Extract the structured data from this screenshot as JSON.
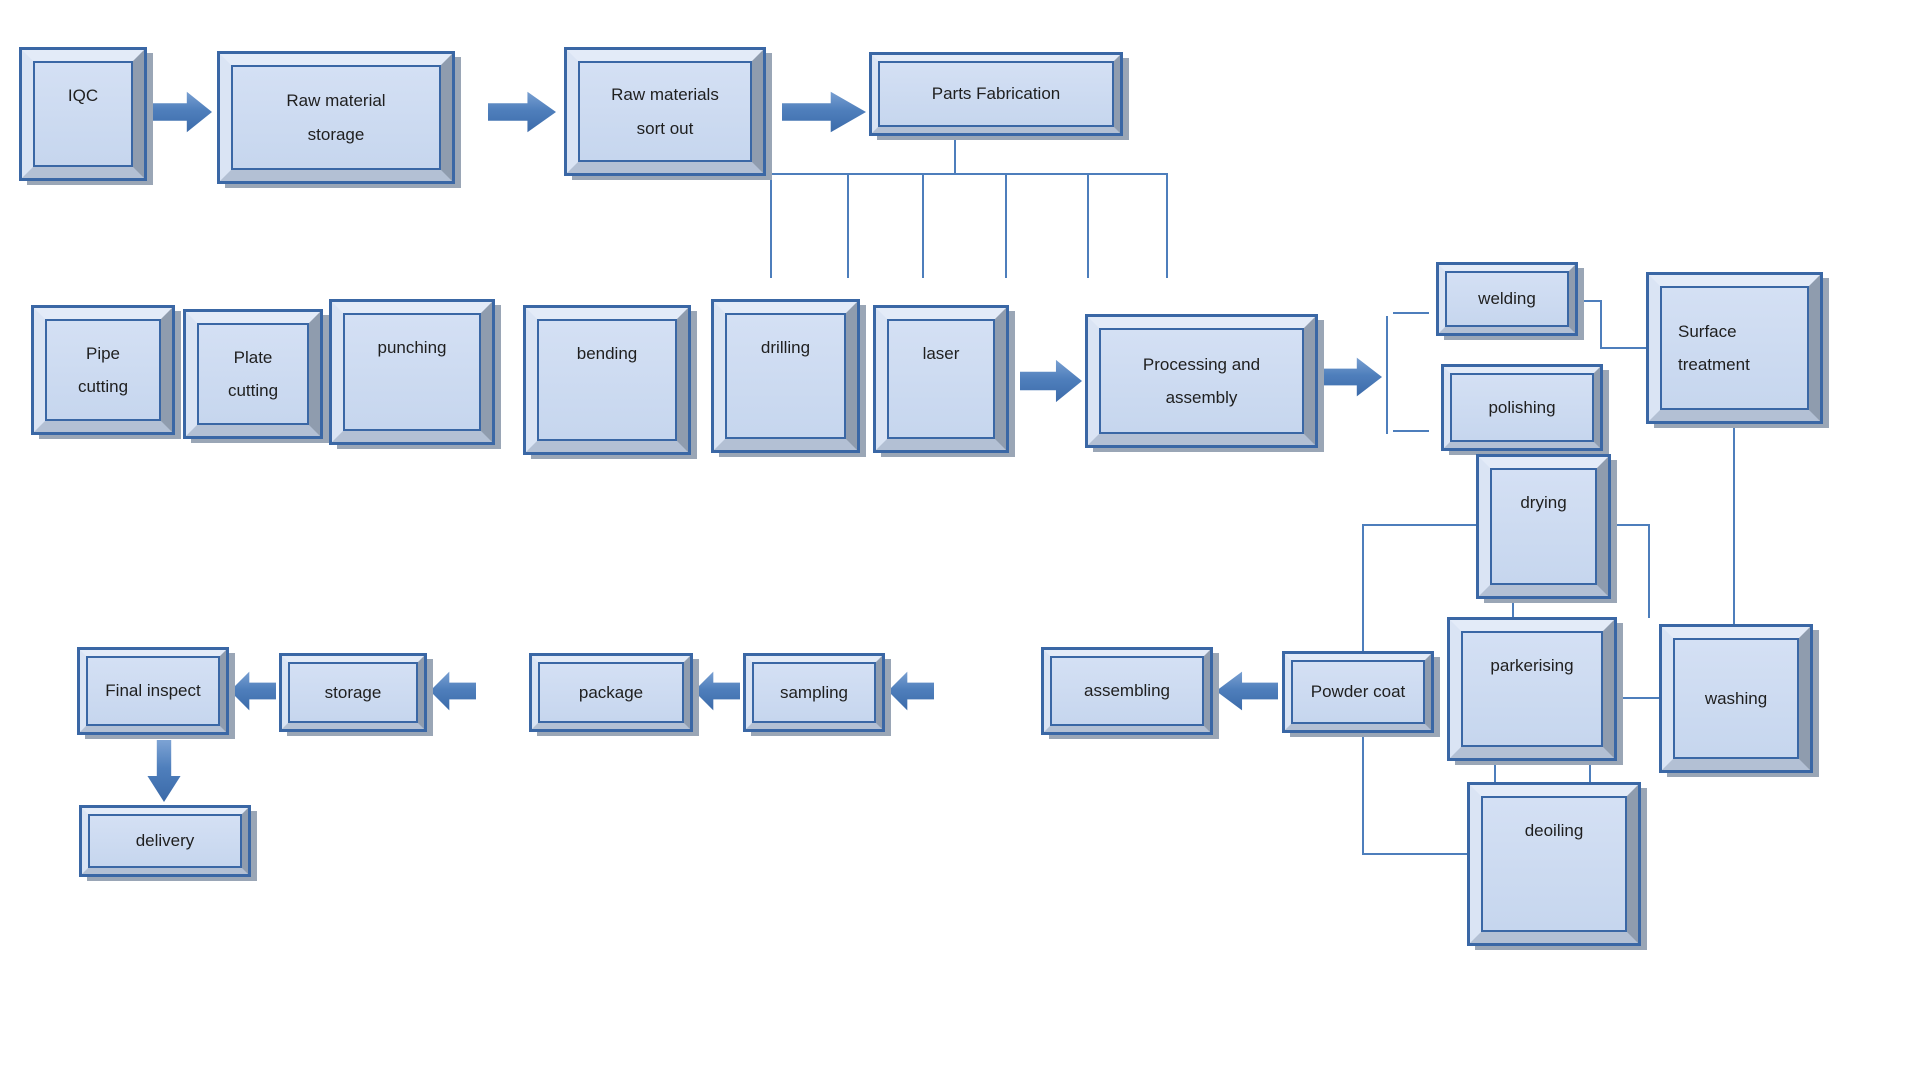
{
  "title": "Manufacturing process flow diagram",
  "colors": {
    "background": "#ffffff",
    "box_fill": "#c9d9f0",
    "box_border": "#3a67a5",
    "bevel_light": "#dfe8f6",
    "bevel_shadow": "#99a5b5",
    "arrow_fill": "#4f7fbc",
    "connector_line": "#4d7ebc",
    "text": "#1f1f1f"
  },
  "diagram": {
    "nodes": [
      {
        "id": "iqc",
        "label": "IQC"
      },
      {
        "id": "raw-material-storage",
        "label": "Raw material\nstorage"
      },
      {
        "id": "raw-materials-sort-out",
        "label": "Raw materials\nsort out"
      },
      {
        "id": "parts-fabrication",
        "label": "Parts  Fabrication"
      },
      {
        "id": "pipe-cutting",
        "label": "Pipe\ncutting"
      },
      {
        "id": "plate-cutting",
        "label": "Plate\ncutting"
      },
      {
        "id": "punching",
        "label": "punching"
      },
      {
        "id": "bending",
        "label": "bending"
      },
      {
        "id": "drilling",
        "label": "drilling"
      },
      {
        "id": "laser",
        "label": "laser"
      },
      {
        "id": "processing-and-assembly",
        "label": "Processing and\nassembly"
      },
      {
        "id": "welding",
        "label": "welding"
      },
      {
        "id": "polishing",
        "label": "polishing"
      },
      {
        "id": "surface-treatment",
        "label": "Surface\ntreatment"
      },
      {
        "id": "drying",
        "label": "drying"
      },
      {
        "id": "washing",
        "label": "washing"
      },
      {
        "id": "parkerising",
        "label": "parkerising"
      },
      {
        "id": "deoiling",
        "label": "deoiling"
      },
      {
        "id": "powder-coat",
        "label": "Powder coat"
      },
      {
        "id": "assembling",
        "label": "assembling"
      },
      {
        "id": "sampling",
        "label": "sampling"
      },
      {
        "id": "package",
        "label": "package"
      },
      {
        "id": "storage",
        "label": "storage"
      },
      {
        "id": "final-inspect",
        "label": "Final inspect"
      },
      {
        "id": "delivery",
        "label": "delivery"
      }
    ],
    "edges": [
      {
        "from": "iqc",
        "to": "raw-material-storage"
      },
      {
        "from": "raw-material-storage",
        "to": "raw-materials-sort-out"
      },
      {
        "from": "raw-materials-sort-out",
        "to": "parts-fabrication"
      },
      {
        "from": "parts-fabrication",
        "to": "pipe-cutting"
      },
      {
        "from": "parts-fabrication",
        "to": "plate-cutting"
      },
      {
        "from": "parts-fabrication",
        "to": "punching"
      },
      {
        "from": "parts-fabrication",
        "to": "bending"
      },
      {
        "from": "parts-fabrication",
        "to": "drilling"
      },
      {
        "from": "parts-fabrication",
        "to": "laser"
      },
      {
        "from": "laser",
        "to": "processing-and-assembly"
      },
      {
        "from": "processing-and-assembly",
        "to": "welding"
      },
      {
        "from": "processing-and-assembly",
        "to": "polishing"
      },
      {
        "from": "welding",
        "to": "surface-treatment"
      },
      {
        "from": "surface-treatment",
        "to": "washing"
      },
      {
        "from": "parkerising",
        "to": "washing"
      },
      {
        "from": "drying",
        "to": "parkerising"
      },
      {
        "from": "parkerising",
        "to": "deoiling"
      },
      {
        "from": "drying",
        "to": "powder-coat"
      },
      {
        "from": "powder-coat",
        "to": "deoiling"
      },
      {
        "from": "powder-coat",
        "to": "assembling"
      },
      {
        "from": "assembling",
        "to": "sampling"
      },
      {
        "from": "sampling",
        "to": "package"
      },
      {
        "from": "package",
        "to": "storage"
      },
      {
        "from": "storage",
        "to": "final-inspect"
      },
      {
        "from": "final-inspect",
        "to": "delivery"
      }
    ]
  }
}
